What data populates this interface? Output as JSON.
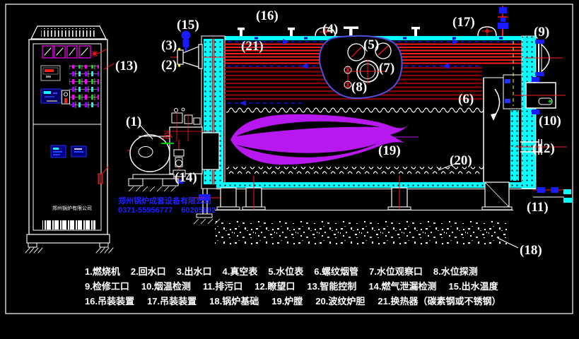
{
  "callouts": [
    "(1)",
    "(2)",
    "(3)",
    "(4)",
    "(5)",
    "(6)",
    "(7)",
    "(8)",
    "(9)",
    "(10)",
    "(11)",
    "(12)",
    "(13)",
    "(14)",
    "(15)",
    "(16)",
    "(17)",
    "(18)",
    "(19)",
    "(20)",
    "(21)"
  ],
  "legend": {
    "items": [
      "1.燃烧机",
      "2.回水口",
      "3.出水口",
      "4.真空表",
      "5.水位表",
      "6.螺纹烟管",
      "7.水位观察口",
      "8.水位探测",
      "9.检修工口",
      "10.烟温检测",
      "11.排污口",
      "12.瞭望口",
      "13.智能控制",
      "14.燃气泄漏检测",
      "15.出水温度",
      "16.吊装装置",
      "17.吊装装置",
      "18.锅炉基础",
      "19.炉膛",
      "20.波纹炉胆",
      "21.换热器（碳素钢或不锈钢）"
    ]
  },
  "watermark": {
    "line1": "郑州锅炉成套设备有限公司",
    "line2": "0371-55956777    60205692"
  },
  "cabinet": {
    "nameplate": "郑州锅炉有限公司"
  },
  "colors": {
    "background": "#000000",
    "line_white": "#ffffff",
    "shell_cyan": "#00ffff",
    "tube_red": "#ff1a1a",
    "tube_dark_red": "#8b0000",
    "flame_magenta": "#b818f0",
    "accent_blue": "#1a1aff",
    "meter_magenta": "#ff00ff",
    "section_yellow": "#ffff00",
    "watermark_blue": "#2020ff",
    "valve_green": "#00cc00"
  }
}
